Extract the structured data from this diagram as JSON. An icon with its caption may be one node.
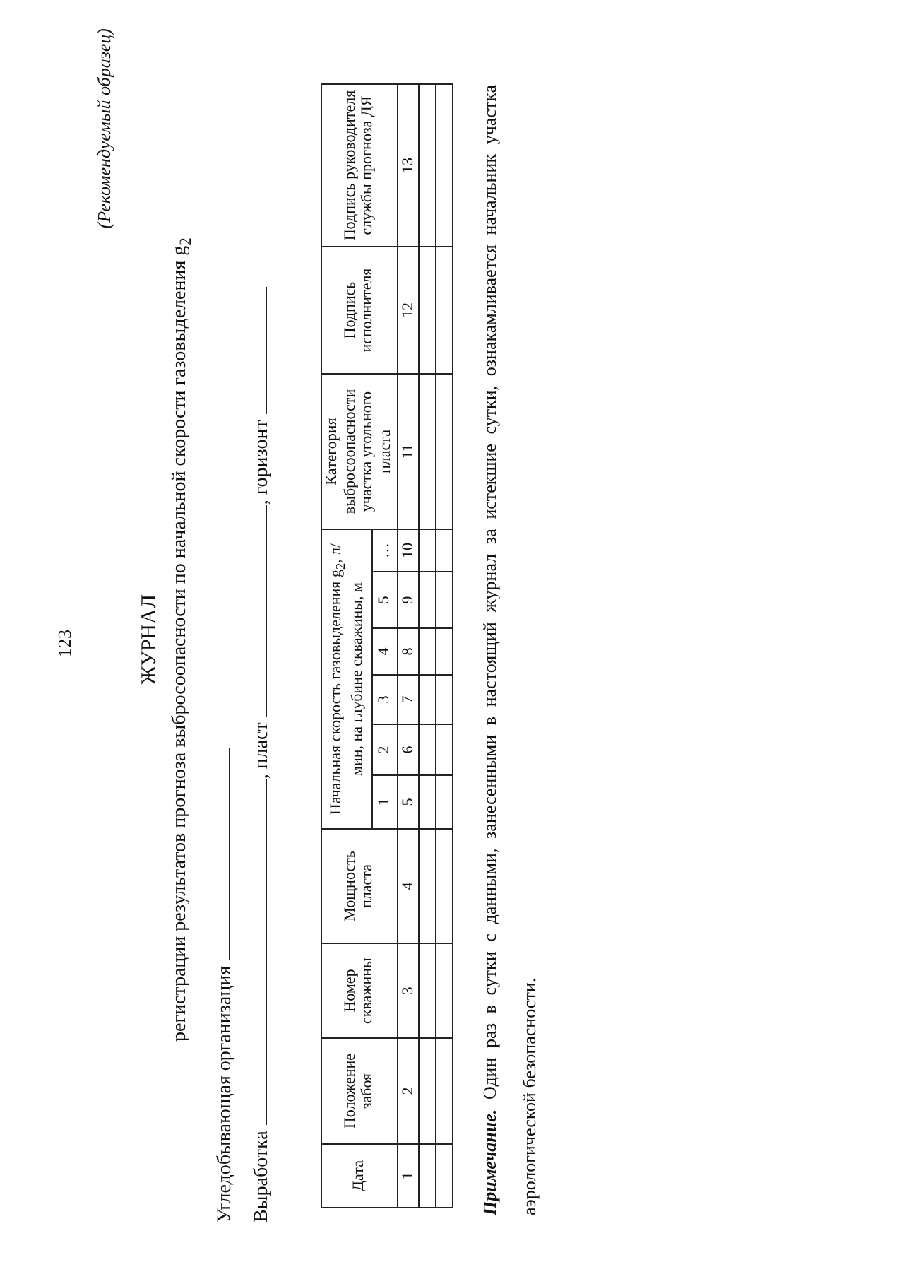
{
  "diagram": {
    "title": "ЖУРНАЛ",
    "labels": [
      "123",
      "(Рекомендуемый образец)",
      "регистрации результатов прогноза выбросоопасности по начальной скорости газовыделения g$_{2}$",
      "Угледобывающая организация",
      "Выработка",
      ", пласт",
      ", горизонт",
      "Дата",
      "Положение забоя",
      "Номер скважины",
      "Мощность пласта",
      "Начальная скорость газовыделения g$_{2}$, л/мин, на глубине скважины, м",
      "Категория выбросоопасности участка угольного пласта",
      "Подпись исполнителя",
      "Подпись руководителя службы прогноза ДЯ",
      "1",
      "2",
      "3",
      "4",
      "5",
      "…",
      "1",
      "2",
      "3",
      "4",
      "5",
      "6",
      "7",
      "8",
      "9",
      "10",
      "11",
      "12",
      "13",
      "**Примечание.** Один раз в сутки с данными, занесенными в настоящий журнал за истекшие сутки, ознакамливается начальник участка аэрологической безопасности."
    ]
  }
}
